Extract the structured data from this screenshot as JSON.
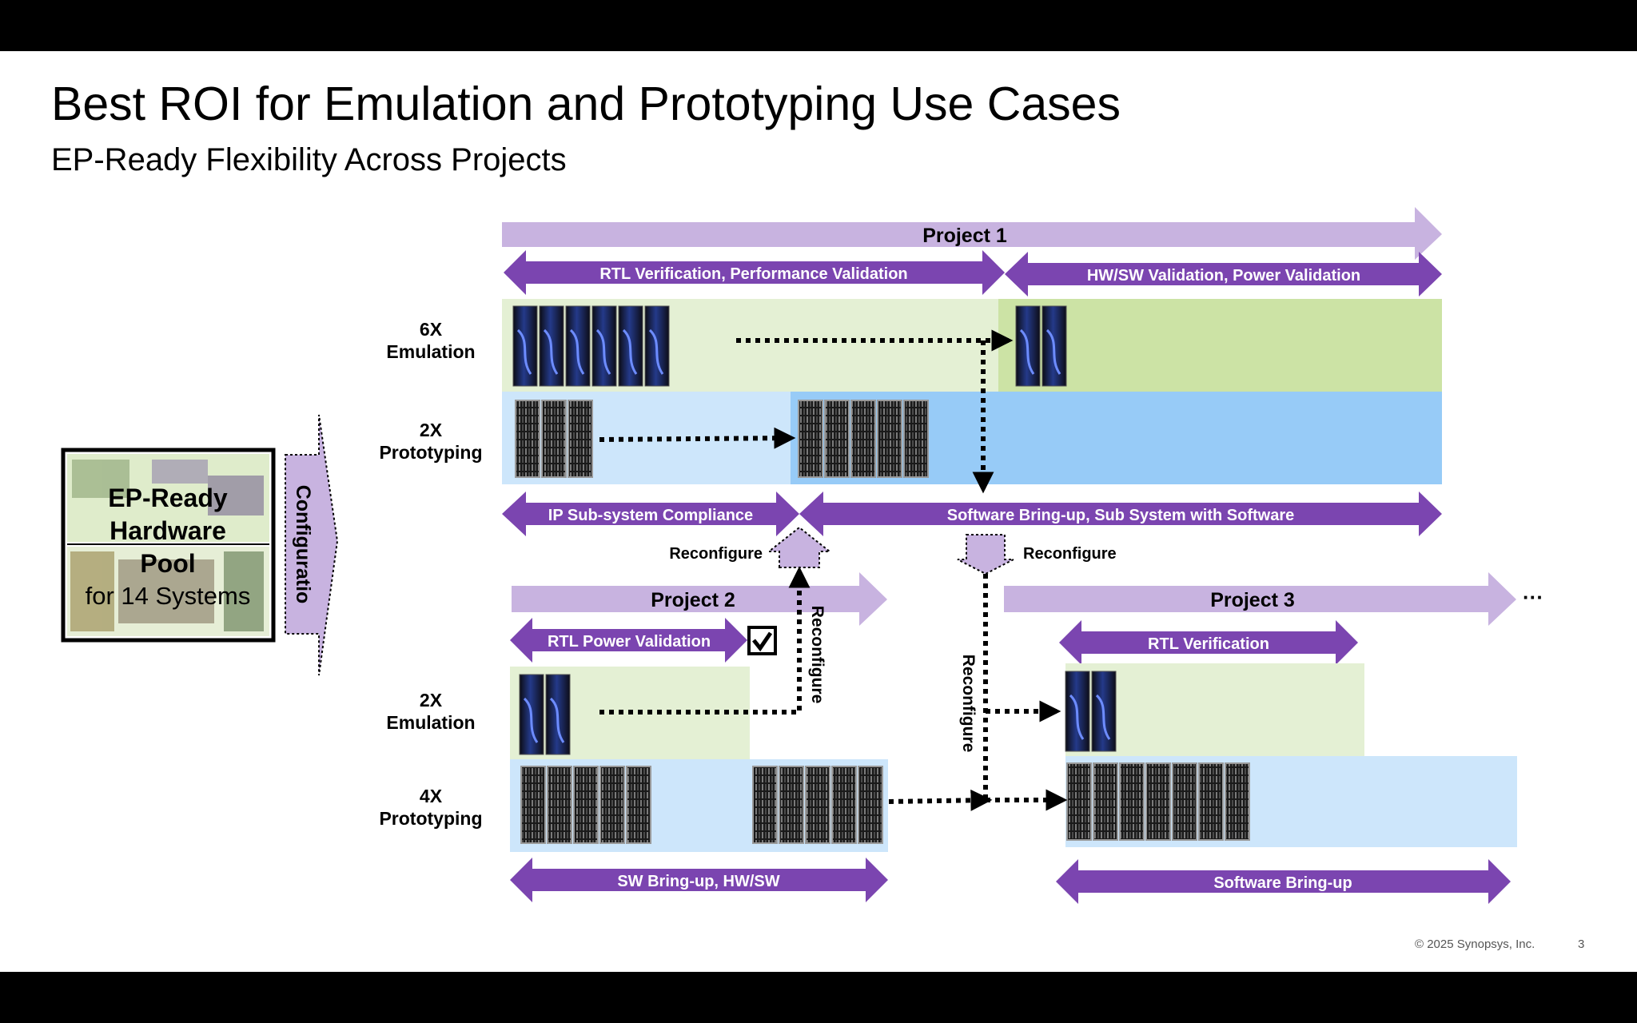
{
  "header": {
    "title": "Best ROI for Emulation and Prototyping Use Cases",
    "subtitle": "EP-Ready Flexibility Across Projects"
  },
  "pool": {
    "line1": "EP-Ready",
    "line2": "Hardware",
    "line3": "Pool",
    "line4": "for 14 Systems",
    "config_label": "Configuratio"
  },
  "project1": {
    "title": "Project 1",
    "phase_a": "RTL Verification, Performance Validation",
    "phase_b": "HW/SW Validation, Power Validation",
    "phase_c": "IP Sub-system Compliance",
    "phase_d": "Software Bring-up, Sub System with Software",
    "row_emulation": {
      "count": "6X",
      "label": "Emulation"
    },
    "row_prototyping": {
      "count": "2X",
      "label": "Prototyping"
    }
  },
  "project2": {
    "title": "Project 2",
    "phase_a": "RTL Power Validation",
    "phase_b": "SW Bring-up, HW/SW",
    "row_emulation": {
      "count": "2X",
      "label": "Emulation"
    },
    "row_prototyping": {
      "count": "4X",
      "label": "Prototyping"
    }
  },
  "project3": {
    "title": "Project 3",
    "phase_a": "RTL Verification",
    "phase_b": "Software Bring-up",
    "continuation": "···"
  },
  "reconfigure": {
    "left_label": "Reconfigure",
    "right_label": "Reconfigure",
    "vertical_left": "Reconfigure",
    "vertical_right": "Reconfigure"
  },
  "colors": {
    "project_bar": "#c8b3e0",
    "phase_arrow": "#7b45b0",
    "emulation_bg": "#e4f0d4",
    "emulation_active": "#cce3a5",
    "prototyping_bg": "#cde6fb",
    "prototyping_active": "#97cbf7"
  },
  "footer": {
    "copyright": "© 2025 Synopsys, Inc.",
    "page_number": "3"
  }
}
